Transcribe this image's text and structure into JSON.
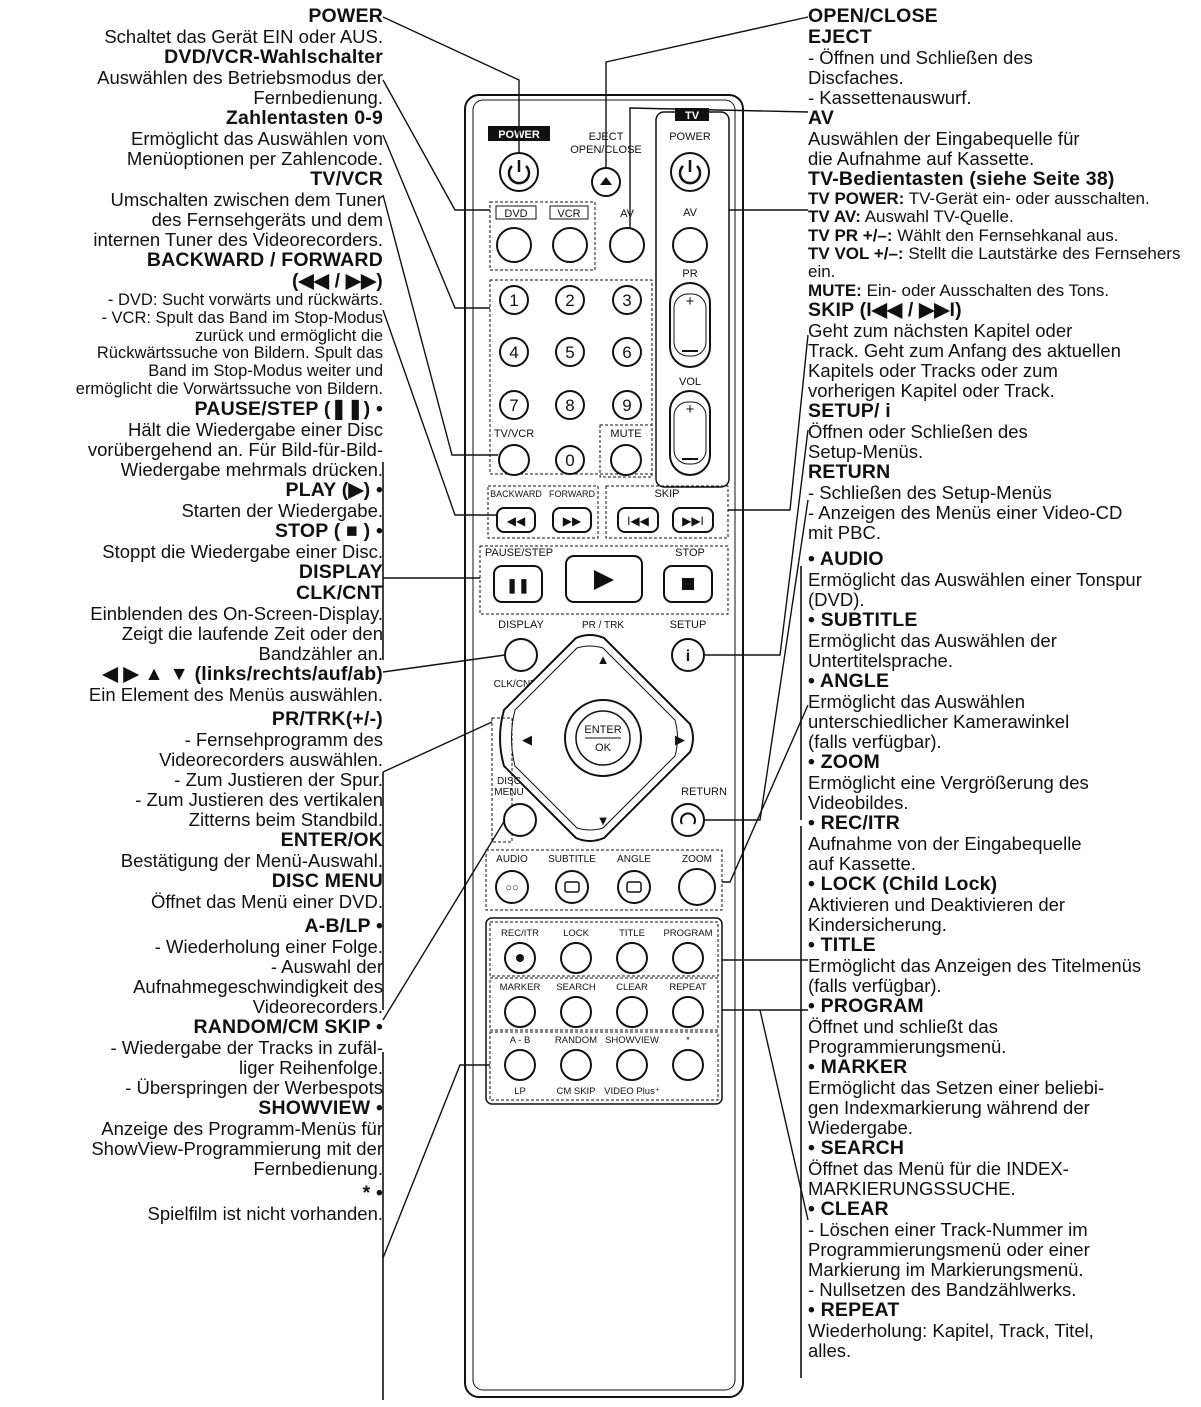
{
  "left": [
    {
      "id": "power",
      "title": "POWER",
      "lines": [
        "Schaltet das Gerät EIN oder AUS."
      ]
    },
    {
      "id": "dvdvcr",
      "title": "DVD/VCR-Wahlschalter",
      "lines": [
        "Auswählen des Betriebsmodus der",
        "Fernbedienung."
      ]
    },
    {
      "id": "zahlen",
      "title": "Zahlentasten 0-9",
      "lines": [
        "Ermöglicht das Auswählen von",
        "Menüoptionen per Zahlencode."
      ]
    },
    {
      "id": "tvvcr",
      "title": "TV/VCR",
      "lines": [
        "Umschalten zwischen dem Tuner",
        "des Fernsehgeräts und dem",
        "internen Tuner des Videorecorders."
      ]
    },
    {
      "id": "bwfw",
      "title": "BACKWARD / FORWARD",
      "title2": "(◀◀ / ▶▶)",
      "small": true,
      "lines": [
        "- DVD: Sucht vorwärts und rückwärts.",
        "- VCR: Spult das Band im Stop-Modus",
        "zurück und ermöglicht die",
        "Rückwärtssuche von Bildern. Spult das",
        "Band im Stop-Modus weiter und",
        "ermöglicht die Vorwärtssuche von Bildern."
      ]
    },
    {
      "id": "pause",
      "title": "PAUSE/STEP (❚❚) •",
      "lines": [
        "Hält die Wiedergabe einer Disc",
        "vorübergehend an. Für Bild-für-Bild-",
        "Wiedergabe mehrmals drücken."
      ]
    },
    {
      "id": "play",
      "title": "PLAY (▶) •",
      "lines": [
        "Starten der Wiedergabe."
      ]
    },
    {
      "id": "stop",
      "title": "STOP ( ■ ) •",
      "lines": [
        "Stoppt die Wiedergabe einer Disc."
      ]
    },
    {
      "id": "display",
      "title": "DISPLAY",
      "title2": "CLK/CNT",
      "lines": [
        "Einblenden des On-Screen-Display.",
        "Zeigt die laufende Zeit oder den",
        "Bandzähler an."
      ]
    },
    {
      "id": "arrows",
      "title": "◀ ▶ ▲ ▼ (links/rechts/auf/ab)",
      "lines": [
        "Ein Element des Menüs auswählen."
      ]
    },
    {
      "id": "prtrk",
      "title": "PR/TRK(+/-)",
      "lines": [
        "- Fernsehprogramm des",
        "Videorecorders auswählen.",
        "- Zum Justieren der Spur.",
        "- Zum Justieren des vertikalen",
        "Zitterns beim Standbild."
      ]
    },
    {
      "id": "enter",
      "title": "ENTER/OK",
      "lines": [
        "Bestätigung der Menü-Auswahl."
      ]
    },
    {
      "id": "discmenu",
      "title": "DISC MENU",
      "lines": [
        "Öffnet das Menü einer DVD."
      ]
    },
    {
      "id": "ablp",
      "title": "A-B/LP •",
      "lines": [
        "- Wiederholung einer Folge.",
        "- Auswahl der",
        "Aufnahmegeschwindigkeit des",
        "Videorecorders."
      ]
    },
    {
      "id": "random",
      "title": "RANDOM/CM SKIP •",
      "lines": [
        "- Wiedergabe der Tracks in zufäl-",
        "liger Reihenfolge.",
        "- Überspringen der Werbespots"
      ]
    },
    {
      "id": "showview",
      "title": "SHOWVIEW •",
      "lines": [
        "Anzeige des Programm-Menüs für",
        "ShowView-Programmierung mit der",
        "Fernbedienung."
      ]
    },
    {
      "id": "star",
      "title": "* •",
      "lines": [
        "Spielfilm ist nicht vorhanden."
      ]
    }
  ],
  "right": [
    {
      "id": "openclose",
      "title": "OPEN/CLOSE",
      "title2": "EJECT",
      "lines": [
        "- Öffnen und Schließen des",
        "Discfaches.",
        "- Kassettenauswurf."
      ]
    },
    {
      "id": "av",
      "title": "AV",
      "lines": [
        "Auswählen der Eingabequelle für",
        "die Aufnahme auf Kassette."
      ]
    },
    {
      "id": "tvkeys",
      "title": "TV-Bedientasten (siehe Seite 38)",
      "pairs": [
        {
          "k": "TV POWER:",
          "v": "TV-Gerät ein- oder ausschalten."
        },
        {
          "k": "TV AV:",
          "v": "Auswahl TV-Quelle."
        },
        {
          "k": "TV PR +/–:",
          "v": "Wählt den Fernsehkanal aus."
        },
        {
          "k": "TV VOL +/–:",
          "v": "Stellt die Lautstärke des Fernsehers ein."
        },
        {
          "k": "MUTE:",
          "v": "Ein- oder Ausschalten des Tons."
        }
      ]
    },
    {
      "id": "skip",
      "title": "SKIP (I◀◀ / ▶▶I)",
      "lines": [
        "Geht zum nächsten Kapitel oder",
        "Track. Geht zum Anfang des aktuellen",
        "Kapitels oder Tracks oder zum",
        "vorherigen Kapitel oder Track."
      ]
    },
    {
      "id": "setup",
      "title": "SETUP/ i",
      "lines": [
        "Öffnen oder Schließen des",
        "Setup-Menüs."
      ]
    },
    {
      "id": "return",
      "title": "RETURN",
      "lines": [
        "- Schließen des Setup-Menüs",
        "- Anzeigen des Menüs einer Video-CD",
        "mit PBC."
      ]
    },
    {
      "id": "audio",
      "title": "• AUDIO",
      "lines": [
        "Ermöglicht das Auswählen einer Tonspur",
        "(DVD)."
      ]
    },
    {
      "id": "subtitle",
      "title": "• SUBTITLE",
      "lines": [
        "Ermöglicht das Auswählen der",
        "Untertitelsprache."
      ]
    },
    {
      "id": "angle",
      "title": "• ANGLE",
      "lines": [
        "Ermöglicht das Auswählen",
        "unterschiedlicher Kamerawinkel",
        "(falls verfügbar)."
      ]
    },
    {
      "id": "zoom",
      "title": "• ZOOM",
      "lines": [
        "Ermöglicht eine Vergrößerung des",
        "Videobildes."
      ]
    },
    {
      "id": "recitr",
      "title": "• REC/ITR",
      "lines": [
        "Aufnahme von der Eingabequelle",
        "auf Kassette."
      ]
    },
    {
      "id": "lock",
      "title": "• LOCK (Child Lock)",
      "lines": [
        "Aktivieren und Deaktivieren der",
        "Kindersicherung."
      ]
    },
    {
      "id": "title",
      "title": "• TITLE",
      "lines": [
        "Ermöglicht das  Anzeigen des Titelmenüs",
        "(falls verfügbar)."
      ]
    },
    {
      "id": "program",
      "title": "• PROGRAM",
      "lines": [
        "Öffnet und schließt das",
        "Programmierungsmenü."
      ]
    },
    {
      "id": "marker",
      "title": "• MARKER",
      "lines": [
        "Ermöglicht das Setzen einer beliebi-",
        "gen Indexmarkierung während der",
        "Wiedergabe."
      ]
    },
    {
      "id": "search",
      "title": "• SEARCH",
      "lines": [
        "Öffnet das Menü für die INDEX-",
        "MARKIERUNGSSUCHE."
      ]
    },
    {
      "id": "clear",
      "title": "• CLEAR",
      "lines": [
        "- Löschen einer Track-Nummer im",
        "Programmierungsmenü oder einer",
        "Markierung im Markierungsmenü.",
        "- Nullsetzen des Bandzählwerks."
      ]
    },
    {
      "id": "repeat",
      "title": "• REPEAT",
      "lines": [
        "Wiederholung: Kapitel, Track, Titel,",
        "alles."
      ]
    }
  ],
  "remote": {
    "power": "POWER",
    "eject": "EJECT",
    "openclose": "OPEN/CLOSE",
    "tv": "TV",
    "tvpower": "POWER",
    "dvd": "DVD",
    "vcr": "VCR",
    "av": "AV",
    "tvav": "AV",
    "pr": "PR",
    "vol": "VOL",
    "mute": "MUTE",
    "tvvcr": "TV/VCR",
    "digits": [
      "1",
      "2",
      "3",
      "4",
      "5",
      "6",
      "7",
      "8",
      "9",
      "0"
    ],
    "backward": "BACKWARD",
    "forward": "FORWARD",
    "skip": "SKIP",
    "pausestep": "PAUSE/STEP",
    "stop": "STOP",
    "display": "DISPLAY",
    "prtrk": "PR / TRK",
    "setup": "SETUP",
    "clkcnt": "CLK/CNT",
    "enter": "ENTER",
    "ok": "OK",
    "disc": "DISC",
    "menu": "MENU",
    "return": "RETURN",
    "audio": "AUDIO",
    "subtitle": "SUBTITLE",
    "angle": "ANGLE",
    "zoom": "ZOOM",
    "recitr": "REC/ITR",
    "lock": "LOCK",
    "title": "TITLE",
    "program": "PROGRAM",
    "marker": "MARKER",
    "search": "SEARCH",
    "clear": "CLEAR",
    "repeat": "REPEAT",
    "ab": "A - B",
    "random": "RANDOM",
    "showview": "SHOWVIEW",
    "star": "*",
    "lp": "LP",
    "cmskip": "CM SKIP",
    "videoplus": "VIDEO Plus⁺"
  }
}
